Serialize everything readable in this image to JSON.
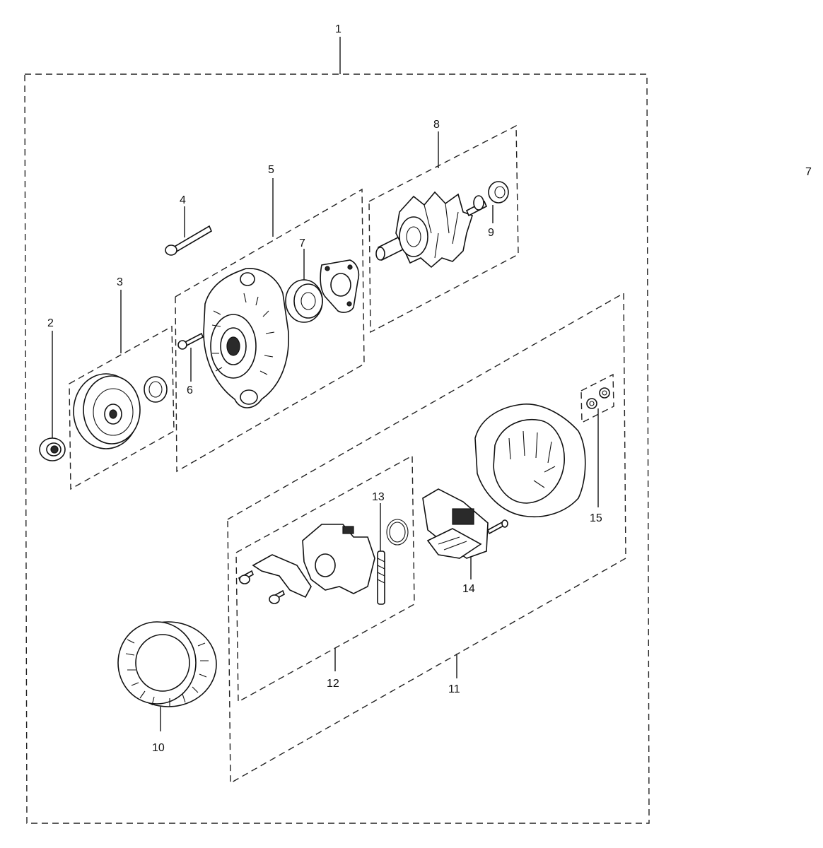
{
  "diagram": {
    "callouts": {
      "c1": "1",
      "c2": "2",
      "c3": "3",
      "c4": "4",
      "c5": "5",
      "c6": "6",
      "c7": "7",
      "c7_margin": "7",
      "c8": "8",
      "c9": "9",
      "c10": "10",
      "c11": "11",
      "c12": "12",
      "c13": "13",
      "c14": "14",
      "c15": "15"
    }
  }
}
